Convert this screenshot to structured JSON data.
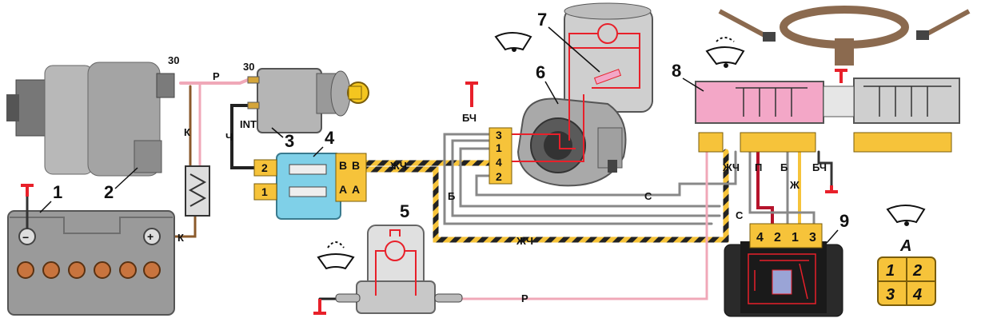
{
  "callouts": {
    "n1": "1",
    "n2": "2",
    "n3": "3",
    "n4": "4",
    "n5": "5",
    "n6": "6",
    "n7": "7",
    "n8": "8",
    "n9": "9"
  },
  "terminals": {
    "alt_30": "30",
    "switch_30": "30",
    "switch_int": "INT",
    "battery_minus": "−",
    "battery_plus": "+"
  },
  "wire_labels": {
    "r_top": "Р",
    "k_alt": "К",
    "k_bat": "К",
    "ch": "Ч",
    "bch_left": "БЧ",
    "zhch_top": "ЖЧ",
    "b_left": "Б",
    "s_mid": "С",
    "s_low": "С",
    "zhch_bottom": "ЖЧ",
    "r_bottom": "Р",
    "zhch_right": "ЖЧ",
    "p_right": "П",
    "b_right": "Б",
    "zh_right": "Ж",
    "bch_right": "БЧ"
  },
  "fuse_block": {
    "pin_top": "2",
    "pin_bottom": "1",
    "right_top": [
      "В",
      "В"
    ],
    "right_bottom": [
      "А",
      "А"
    ]
  },
  "motor_connector": {
    "pins": [
      "3",
      "1",
      "4",
      "2"
    ]
  },
  "relay_connector": {
    "pins": [
      "4",
      "2",
      "1",
      "3"
    ]
  },
  "inset": {
    "title": "А",
    "pins": [
      "1",
      "2",
      "3",
      "4"
    ]
  },
  "colors": {
    "red_wire": "#e8202a",
    "pink_wire": "#f0a8b8",
    "yellow": "#f6c33a",
    "blue_block": "#7fd0e8",
    "pink_switch": "#f3a7c7",
    "ground": "#e8202a",
    "steering": "#8b6a4f"
  }
}
